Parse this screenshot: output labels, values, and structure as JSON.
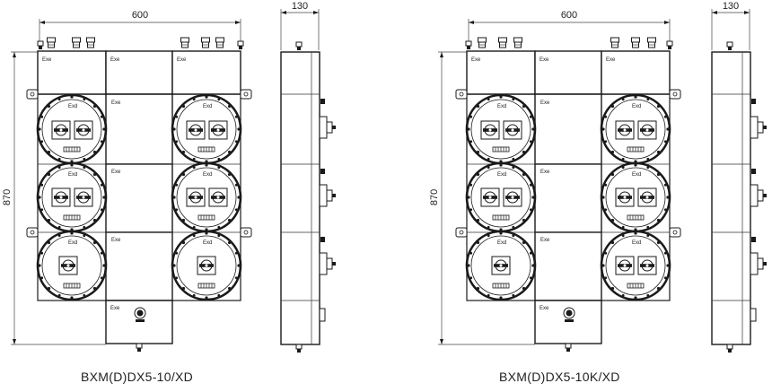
{
  "drawings": [
    {
      "caption": "BXM(D)DX5-10/XD",
      "width_label": "600",
      "height_label": "870",
      "side_width_label": "130",
      "label_left": "Exd",
      "label_right": "Exd",
      "enclosure_mark": "Exe"
    },
    {
      "caption": "BXM(D)DX5-10K/XD",
      "width_label": "600",
      "height_label": "870",
      "side_width_label": "130",
      "label_left": "Exd",
      "label_right": "Exd",
      "enclosure_mark": "Exe"
    }
  ]
}
